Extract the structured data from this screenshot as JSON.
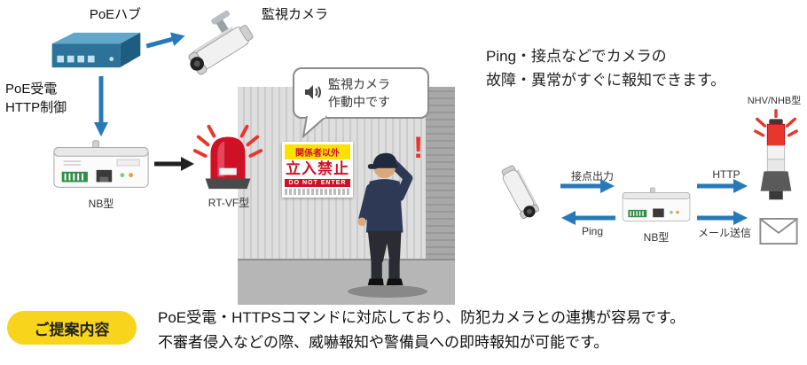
{
  "left_flow": {
    "hub_label": "PoEハブ",
    "camera_label": "監視カメラ",
    "poe_note": "PoE受電\nHTTP制御",
    "nb_label": "NB型",
    "beacon_label": "RT-VF型",
    "bubble_text": "監視カメラ\n作動中です",
    "exclamation": "!"
  },
  "sign": {
    "line1": "関係者以外",
    "line2": "立入禁止",
    "line3": "DO NOT ENTER"
  },
  "right_flow": {
    "title": "Ping・接点などでカメラの\n故障・異常がすぐに報知できます。",
    "contact_label": "接点出力",
    "ping_label": "Ping",
    "nb_label": "NB型",
    "http_label": "HTTP",
    "mail_label": "メール送信",
    "tower_label": "NHV/NHB型"
  },
  "proposal": {
    "badge": "ご提案内容",
    "text": "PoE受電・HTTPSコマンドに対応しており、防犯カメラとの連携が容易です。\n不審者侵入などの際、威嚇報知や警備員への即時報知が可能です。"
  },
  "colors": {
    "arrow_blue": "#2779b7",
    "alert_red": "#e8362d",
    "badge_yellow": "#f8d51c"
  }
}
